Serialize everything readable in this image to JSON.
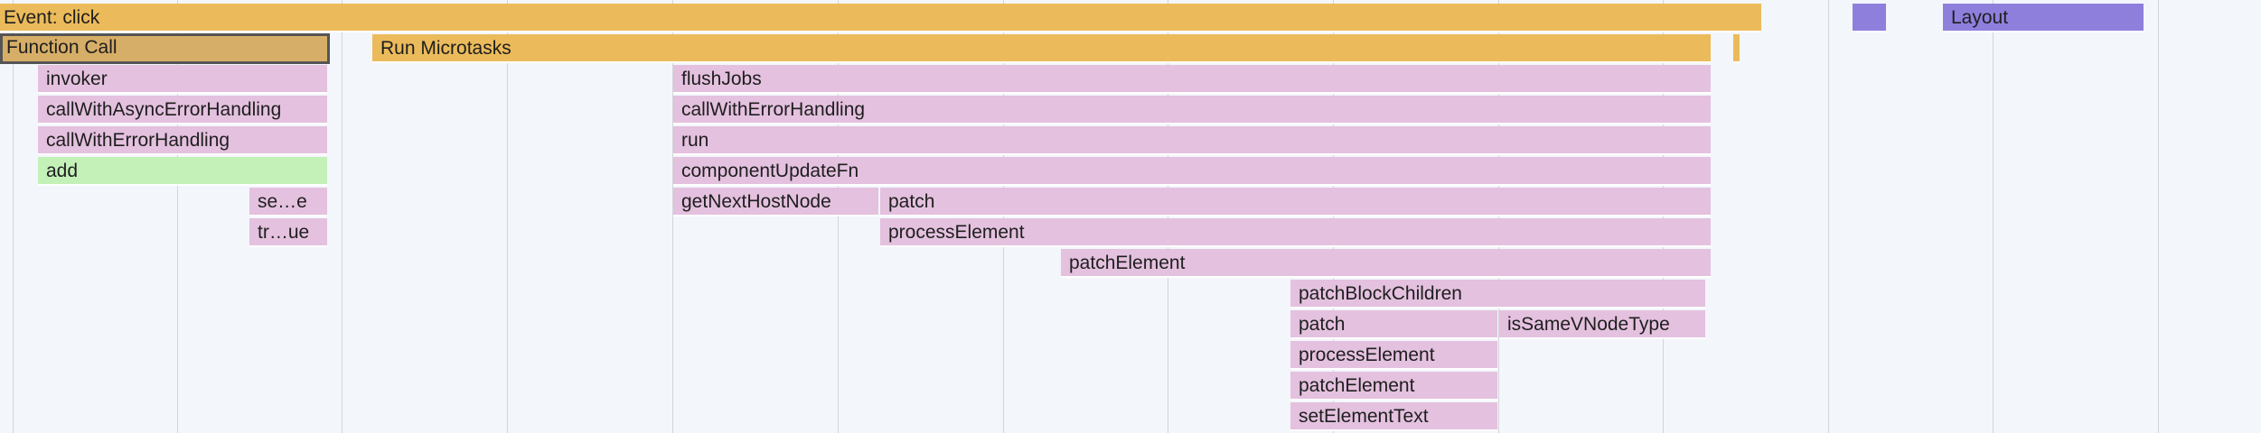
{
  "colors": {
    "task": "#ebbb5b",
    "selected_task": "#d7ae67",
    "scripting": "#e4c1df",
    "gc_green": "#c3f1b8",
    "rendering": "#8f7fdd",
    "background": "#f3f6fb",
    "gridline": "#d3d5d8"
  },
  "frames": {
    "event_click": "Event: click",
    "function_call": "Function Call",
    "run_microtasks": "Run Microtasks",
    "small_task_1": "",
    "layout_small": "",
    "layout": "Layout",
    "invoker": "invoker",
    "flush_jobs": "flushJobs",
    "call_with_async_error_handling": "callWithAsyncErrorHandling",
    "call_with_error_handling_a": "callWithErrorHandling",
    "call_with_error_handling_b": "callWithErrorHandling",
    "run": "run",
    "add": "add",
    "component_update_fn": "componentUpdateFn",
    "se_e": "se…e",
    "get_next_host_node": "getNextHostNode",
    "patch_1": "patch",
    "tr_ue": "tr…ue",
    "process_element_1": "processElement",
    "patch_element_1": "patchElement",
    "patch_block_children": "patchBlockChildren",
    "patch_2": "patch",
    "is_same_vnode_type": "isSameVNodeType",
    "process_element_2": "processElement",
    "patch_element_2": "patchElement",
    "set_element_text": "setElementText"
  }
}
